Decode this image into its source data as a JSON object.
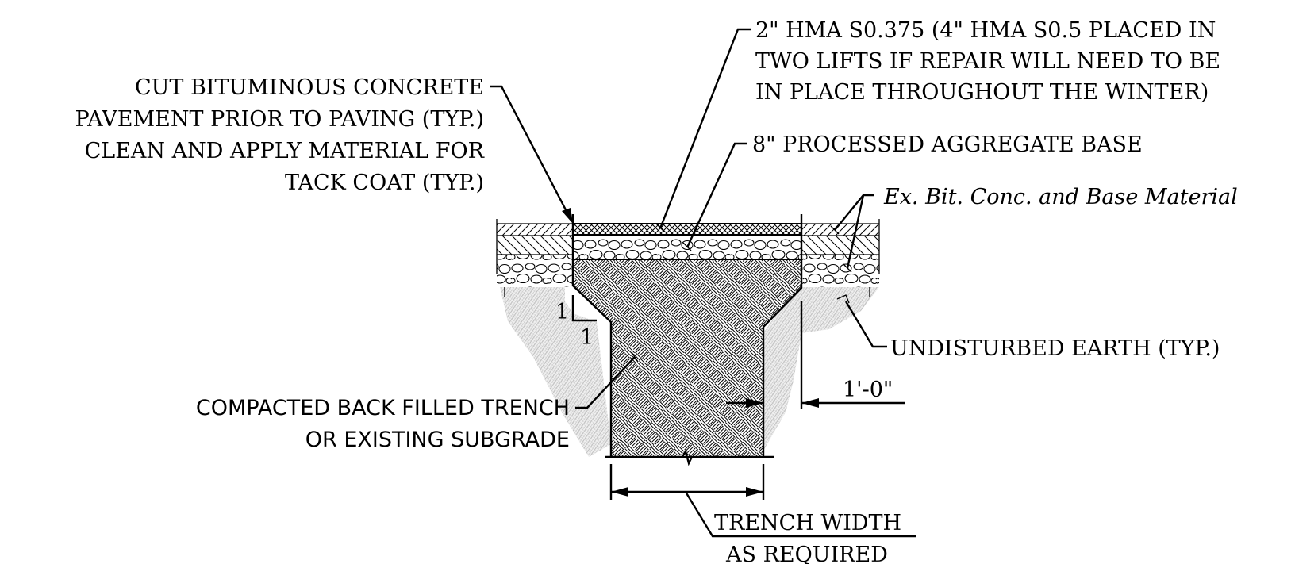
{
  "callouts": {
    "hma": [
      "2\" HMA S0.375 (4\" HMA S0.5 PLACED IN",
      "TWO LIFTS IF REPAIR WILL NEED TO BE",
      "IN PLACE THROUGHOUT THE WINTER)"
    ],
    "cut": [
      "CUT BITUMINOUS CONCRETE",
      "PAVEMENT PRIOR TO PAVING (TYP.)",
      "CLEAN AND APPLY MATERIAL FOR",
      "TACK COAT (TYP.)"
    ],
    "aggregate": "8\" PROCESSED AGGREGATE BASE",
    "existing": "Ex. Bit. Conc. and Base Material",
    "earth": "UNDISTURBED EARTH (TYP.)",
    "backfill": [
      "COMPACTED BACK FILLED TRENCH",
      "OR EXISTING SUBGRADE"
    ],
    "offset_dim": "1'-0\"",
    "width": [
      "TRENCH WIDTH",
      "AS REQUIRED"
    ]
  },
  "slope": {
    "rise": "1",
    "run": "1"
  }
}
